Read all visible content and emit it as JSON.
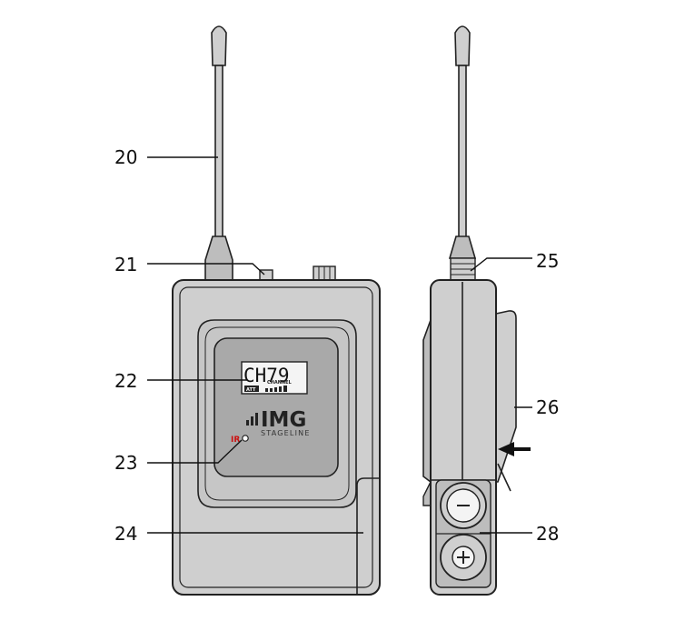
{
  "colors": {
    "body": "#cfcfcf",
    "body_dark": "#bdbdbd",
    "window": "#a9a9a9",
    "outline": "#222222",
    "lcd": "#f4f4f4",
    "ir_red": "#cc1111",
    "leader": "#111111"
  },
  "callouts": {
    "c20": "20",
    "c21": "21",
    "c22": "22",
    "c23": "23",
    "c24": "24",
    "c25": "25",
    "c26": "26",
    "c28": "28"
  },
  "display": {
    "channel_text": "CH79",
    "att_label": "ATT",
    "channel_label": "CHANNEL"
  },
  "brand": {
    "logo": "IMG",
    "subline": "STAGELINE",
    "ir_label": "IR"
  },
  "side_buttons": {
    "minus_icon": "minus-icon",
    "plus_icon": "plus-icon"
  }
}
